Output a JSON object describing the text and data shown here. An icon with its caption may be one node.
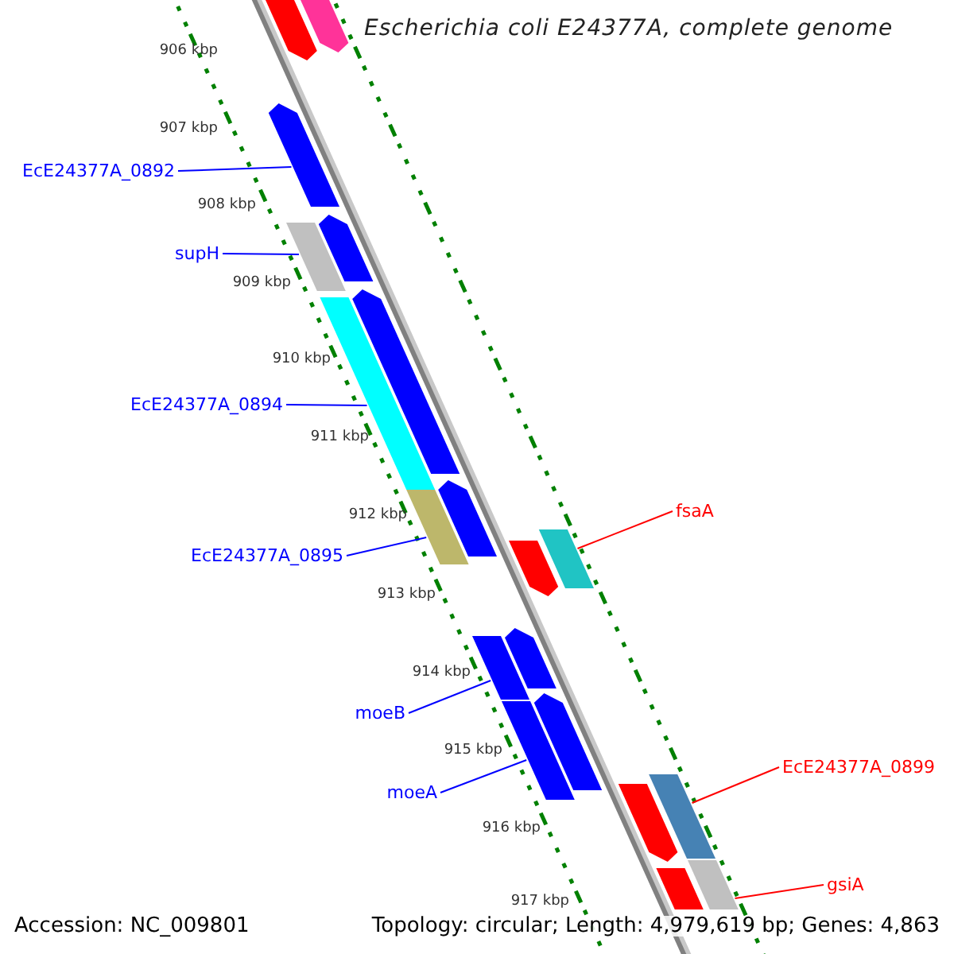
{
  "diagram": {
    "title": "Escherichia coli E24377A, complete genome",
    "nodes": [
      {
        "text": [
          "EcE24377A_0892"
        ]
      },
      {
        "text": [],
        "shape": "arrow"
      },
      {
        "text": [
          "supH"
        ]
      },
      {
        "text": [],
        "shape": "box"
      },
      {
        "text": [
          "EcE24377A_0894"
        ]
      },
      {
        "text": [],
        "shape": "box"
      },
      {
        "text": [
          "fsaA"
        ]
      },
      {
        "text": [],
        "shape": "box"
      },
      {
        "text": [
          "EcE24377A_0895"
        ]
      },
      {
        "text": [],
        "shape": "box"
      },
      {
        "text": [
          "moeB"
        ]
      },
      {
        "text": [],
        "shape": "box"
      },
      {
        "text": [
          "EcE24377A_0899"
        ]
      },
      {
        "text": [],
        "shape": "box"
      },
      {
        "text": [
          "moeA"
        ]
      },
      {
        "text": [],
        "shape": "box"
      },
      {
        "text": [
          "gsiA"
        ]
      },
      {
        "text": [],
        "shape": "box"
      },
      {
        "text": [],
        "shape": "arrow"
      },
      {
        "text": [],
        "shape": "arrow"
      },
      {
        "text": [],
        "shape": "arrow"
      },
      {
        "text": [],
        "shape": "arrow"
      },
      {
        "text": [],
        "shape": "arrow"
      },
      {
        "text": [],
        "shape": "arrow"
      },
      {
        "text": [],
        "shape": "arrow"
      },
      {
        "text": [],
        "shape": "arrow"
      },
      {
        "text": [],
        "shape": "arrow"
      },
      {
        "text": [],
        "shape": "box"
      }
    ],
    "edges": [
      {
        "from": 0,
        "to": 1,
        "arrow": "none"
      },
      {
        "from": 2,
        "to": 3,
        "arrow": "none"
      },
      {
        "from": 4,
        "to": 5,
        "arrow": "none"
      },
      {
        "from": 6,
        "to": 7,
        "arrow": "none",
        "color": "#ff0000"
      },
      {
        "from": 8,
        "to": 9,
        "arrow": "none"
      },
      {
        "from": 10,
        "to": 11,
        "arrow": "none"
      },
      {
        "from": 12,
        "to": 13,
        "arrow": "none",
        "color": "#ff0000"
      },
      {
        "from": 14,
        "to": 15,
        "arrow": "none"
      },
      {
        "from": 16,
        "to": 17,
        "arrow": "none",
        "color": "#ff0000"
      }
    ],
    "labels": [
      "906 kbp",
      "907 kbp",
      "908 kbp",
      "909 kbp",
      "910 kbp",
      "911 kbp",
      "912 kbp",
      "913 kbp",
      "914 kbp",
      "915 kbp",
      "916 kbp",
      "917 kbp",
      "Accession: NC_009801",
      "Topology: circular; Length: 4,979,619 bp; Genes: 4,863"
    ]
  }
}
